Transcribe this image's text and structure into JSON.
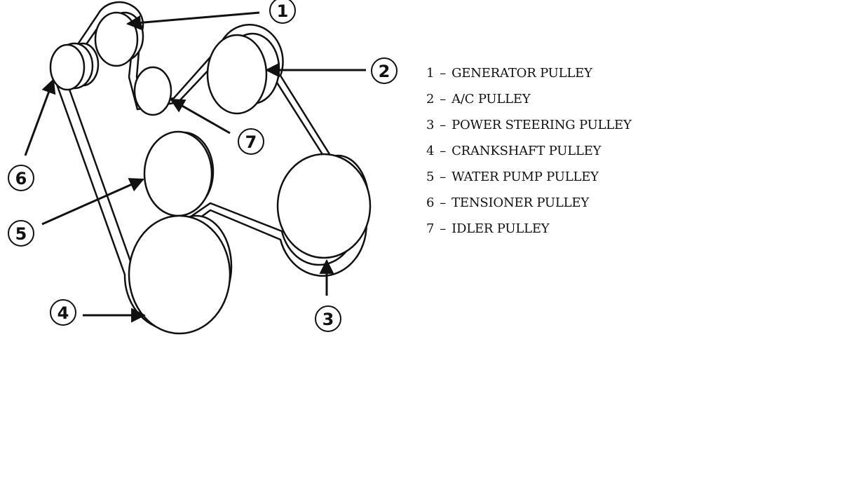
{
  "callouts": [
    {
      "number": "1",
      "target": "generator-pulley"
    },
    {
      "number": "2",
      "target": "ac-pulley"
    },
    {
      "number": "3",
      "target": "power-steering-pulley"
    },
    {
      "number": "4",
      "target": "crankshaft-pulley"
    },
    {
      "number": "5",
      "target": "water-pump-pulley"
    },
    {
      "number": "6",
      "target": "tensioner-pulley"
    },
    {
      "number": "7",
      "target": "idler-pulley"
    }
  ],
  "legend": [
    {
      "number": "1",
      "dash": "–",
      "label": "GENERATOR PULLEY"
    },
    {
      "number": "2",
      "dash": "–",
      "label": "A/C PULLEY"
    },
    {
      "number": "3",
      "dash": "–",
      "label": "POWER STEERING PULLEY"
    },
    {
      "number": "4",
      "dash": "–",
      "label": "CRANKSHAFT PULLEY"
    },
    {
      "number": "5",
      "dash": "–",
      "label": "WATER PUMP PULLEY"
    },
    {
      "number": "6",
      "dash": "–",
      "label": "TENSIONER PULLEY"
    },
    {
      "number": "7",
      "dash": "–",
      "label": "IDLER PULLEY"
    }
  ],
  "colors": {
    "line": "#111111",
    "fill": "#ffffff"
  }
}
